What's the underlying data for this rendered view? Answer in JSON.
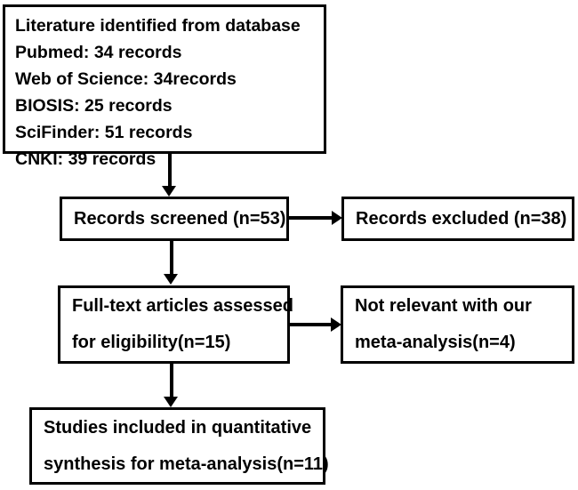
{
  "diagram": {
    "type": "prisma-flow-diagram",
    "title": "PRISMA study selection flow diagram",
    "stroke_color": "#000000",
    "background_color": "#ffffff",
    "text_color": "#000000"
  },
  "nodes": {
    "identification": {
      "name": "literature-identified-box",
      "lines": [
        "Literature identified from database",
        "Pubmed: 34 records",
        "Web of Science: 34records",
        "BIOSIS: 25 records",
        "SciFinder:  51 records",
        "CNKI: 39 records"
      ],
      "counts": {
        "Pubmed": 34,
        "Web of Science": 34,
        "BIOSIS": 25,
        "SciFinder": 51,
        "CNKI": 39
      }
    },
    "screened": {
      "name": "records-screened-box",
      "lines": [
        "Records screened (n=53)"
      ],
      "n": 53
    },
    "excluded": {
      "name": "records-excluded-box",
      "lines": [
        "Records excluded (n=38)"
      ],
      "n": 38
    },
    "fulltext": {
      "name": "full-text-assessed-box",
      "lines": [
        "Full-text articles assessed",
        "for eligibility(n=15)"
      ],
      "n": 15
    },
    "notrelevant": {
      "name": "not-relevant-box",
      "lines": [
        "Not relevant with our",
        "meta-analysis(n=4)"
      ],
      "n": 4
    },
    "included": {
      "name": "studies-included-box",
      "lines": [
        "Studies included in quantitative",
        "synthesis for meta-analysis(n=11)"
      ],
      "n": 11
    }
  },
  "connectors": [
    {
      "name": "identification-to-screened",
      "direction": "down"
    },
    {
      "name": "screened-to-excluded",
      "direction": "right"
    },
    {
      "name": "screened-to-fulltext",
      "direction": "down"
    },
    {
      "name": "fulltext-to-notrelevant",
      "direction": "right"
    },
    {
      "name": "fulltext-to-included",
      "direction": "down"
    }
  ]
}
